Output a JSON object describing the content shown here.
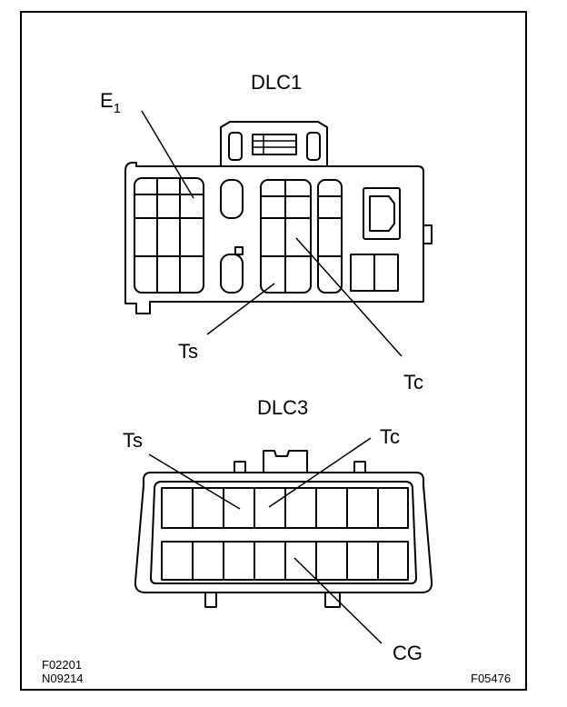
{
  "dlc1": {
    "title": "DLC1",
    "terminal_e": {
      "text": "E",
      "subscript": "1"
    },
    "terminal_ts": "Ts",
    "terminal_tc": "Tc"
  },
  "dlc3": {
    "title": "DLC3",
    "terminal_ts": "Ts",
    "terminal_tc": "Tc",
    "terminal_cg": "CG"
  },
  "codes": {
    "left_line1": "F02201",
    "left_line2": "N09214",
    "right": "F05476"
  }
}
